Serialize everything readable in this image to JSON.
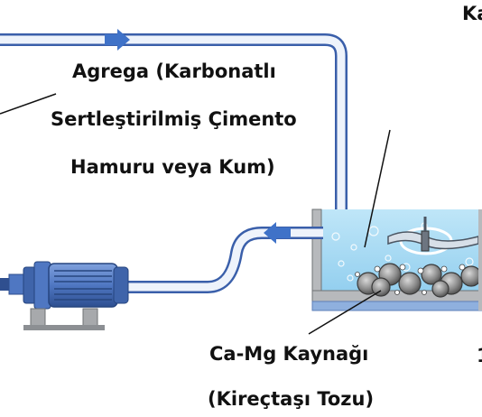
{
  "labels": {
    "top_right": "Ka",
    "aggregate_line1": "Agrega (Karbonatlı",
    "aggregate_line2": "Sertleştirilmiş Çimento",
    "aggregate_line3": "Hamuru veya Kum)",
    "source_line1": "Ca-Mg Kaynağı",
    "source_line2": "(Kireçtaşı Tozu)",
    "right_edge": "1"
  },
  "icons": [
    "pipe",
    "flow-arrow",
    "electric-motor",
    "mixing-tank",
    "stirrer-propeller",
    "aggregate-particles",
    "pointer-line"
  ],
  "colors": {
    "pipe_fill": "#eef3fb",
    "pipe_stroke": "#3a5faa",
    "arrow": "#3f72c8",
    "motor_blue": "#4f77c2",
    "motor_dark": "#2f4f8f",
    "tank_gray": "#b7b9bc",
    "water": "#a9dcf5",
    "particles": "#7a7a7a",
    "tank_floor": "#8fb0de"
  }
}
